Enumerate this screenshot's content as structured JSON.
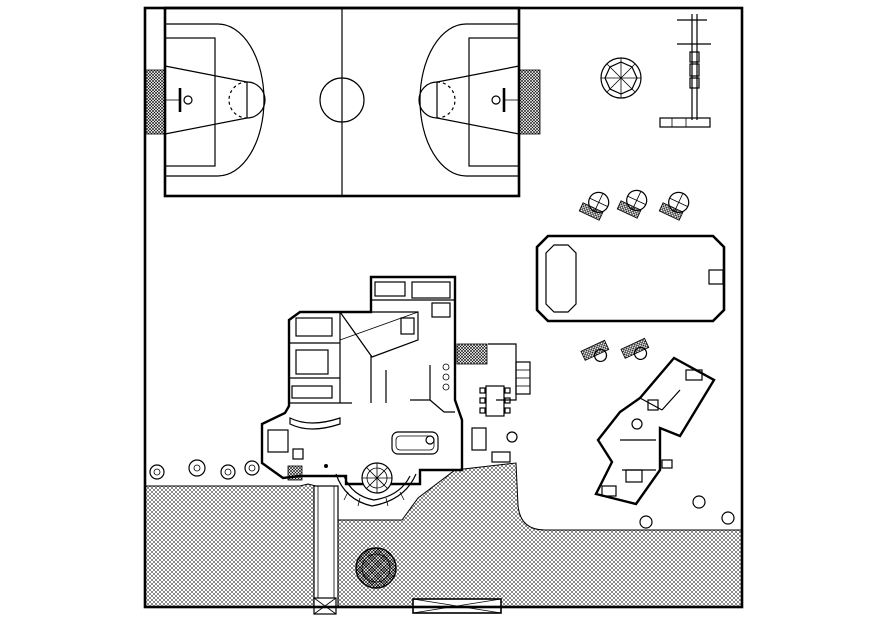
{
  "drawing": {
    "type": "site-plan",
    "background": "#ffffff",
    "ink": "#000000",
    "components": [
      "property-boundary",
      "basketball-court",
      "patio-umbrella",
      "swing-set",
      "lounge-chairs",
      "swimming-pool",
      "main-house",
      "guest-house",
      "hatched-paving",
      "driveway",
      "entrance-gate",
      "trees"
    ]
  }
}
